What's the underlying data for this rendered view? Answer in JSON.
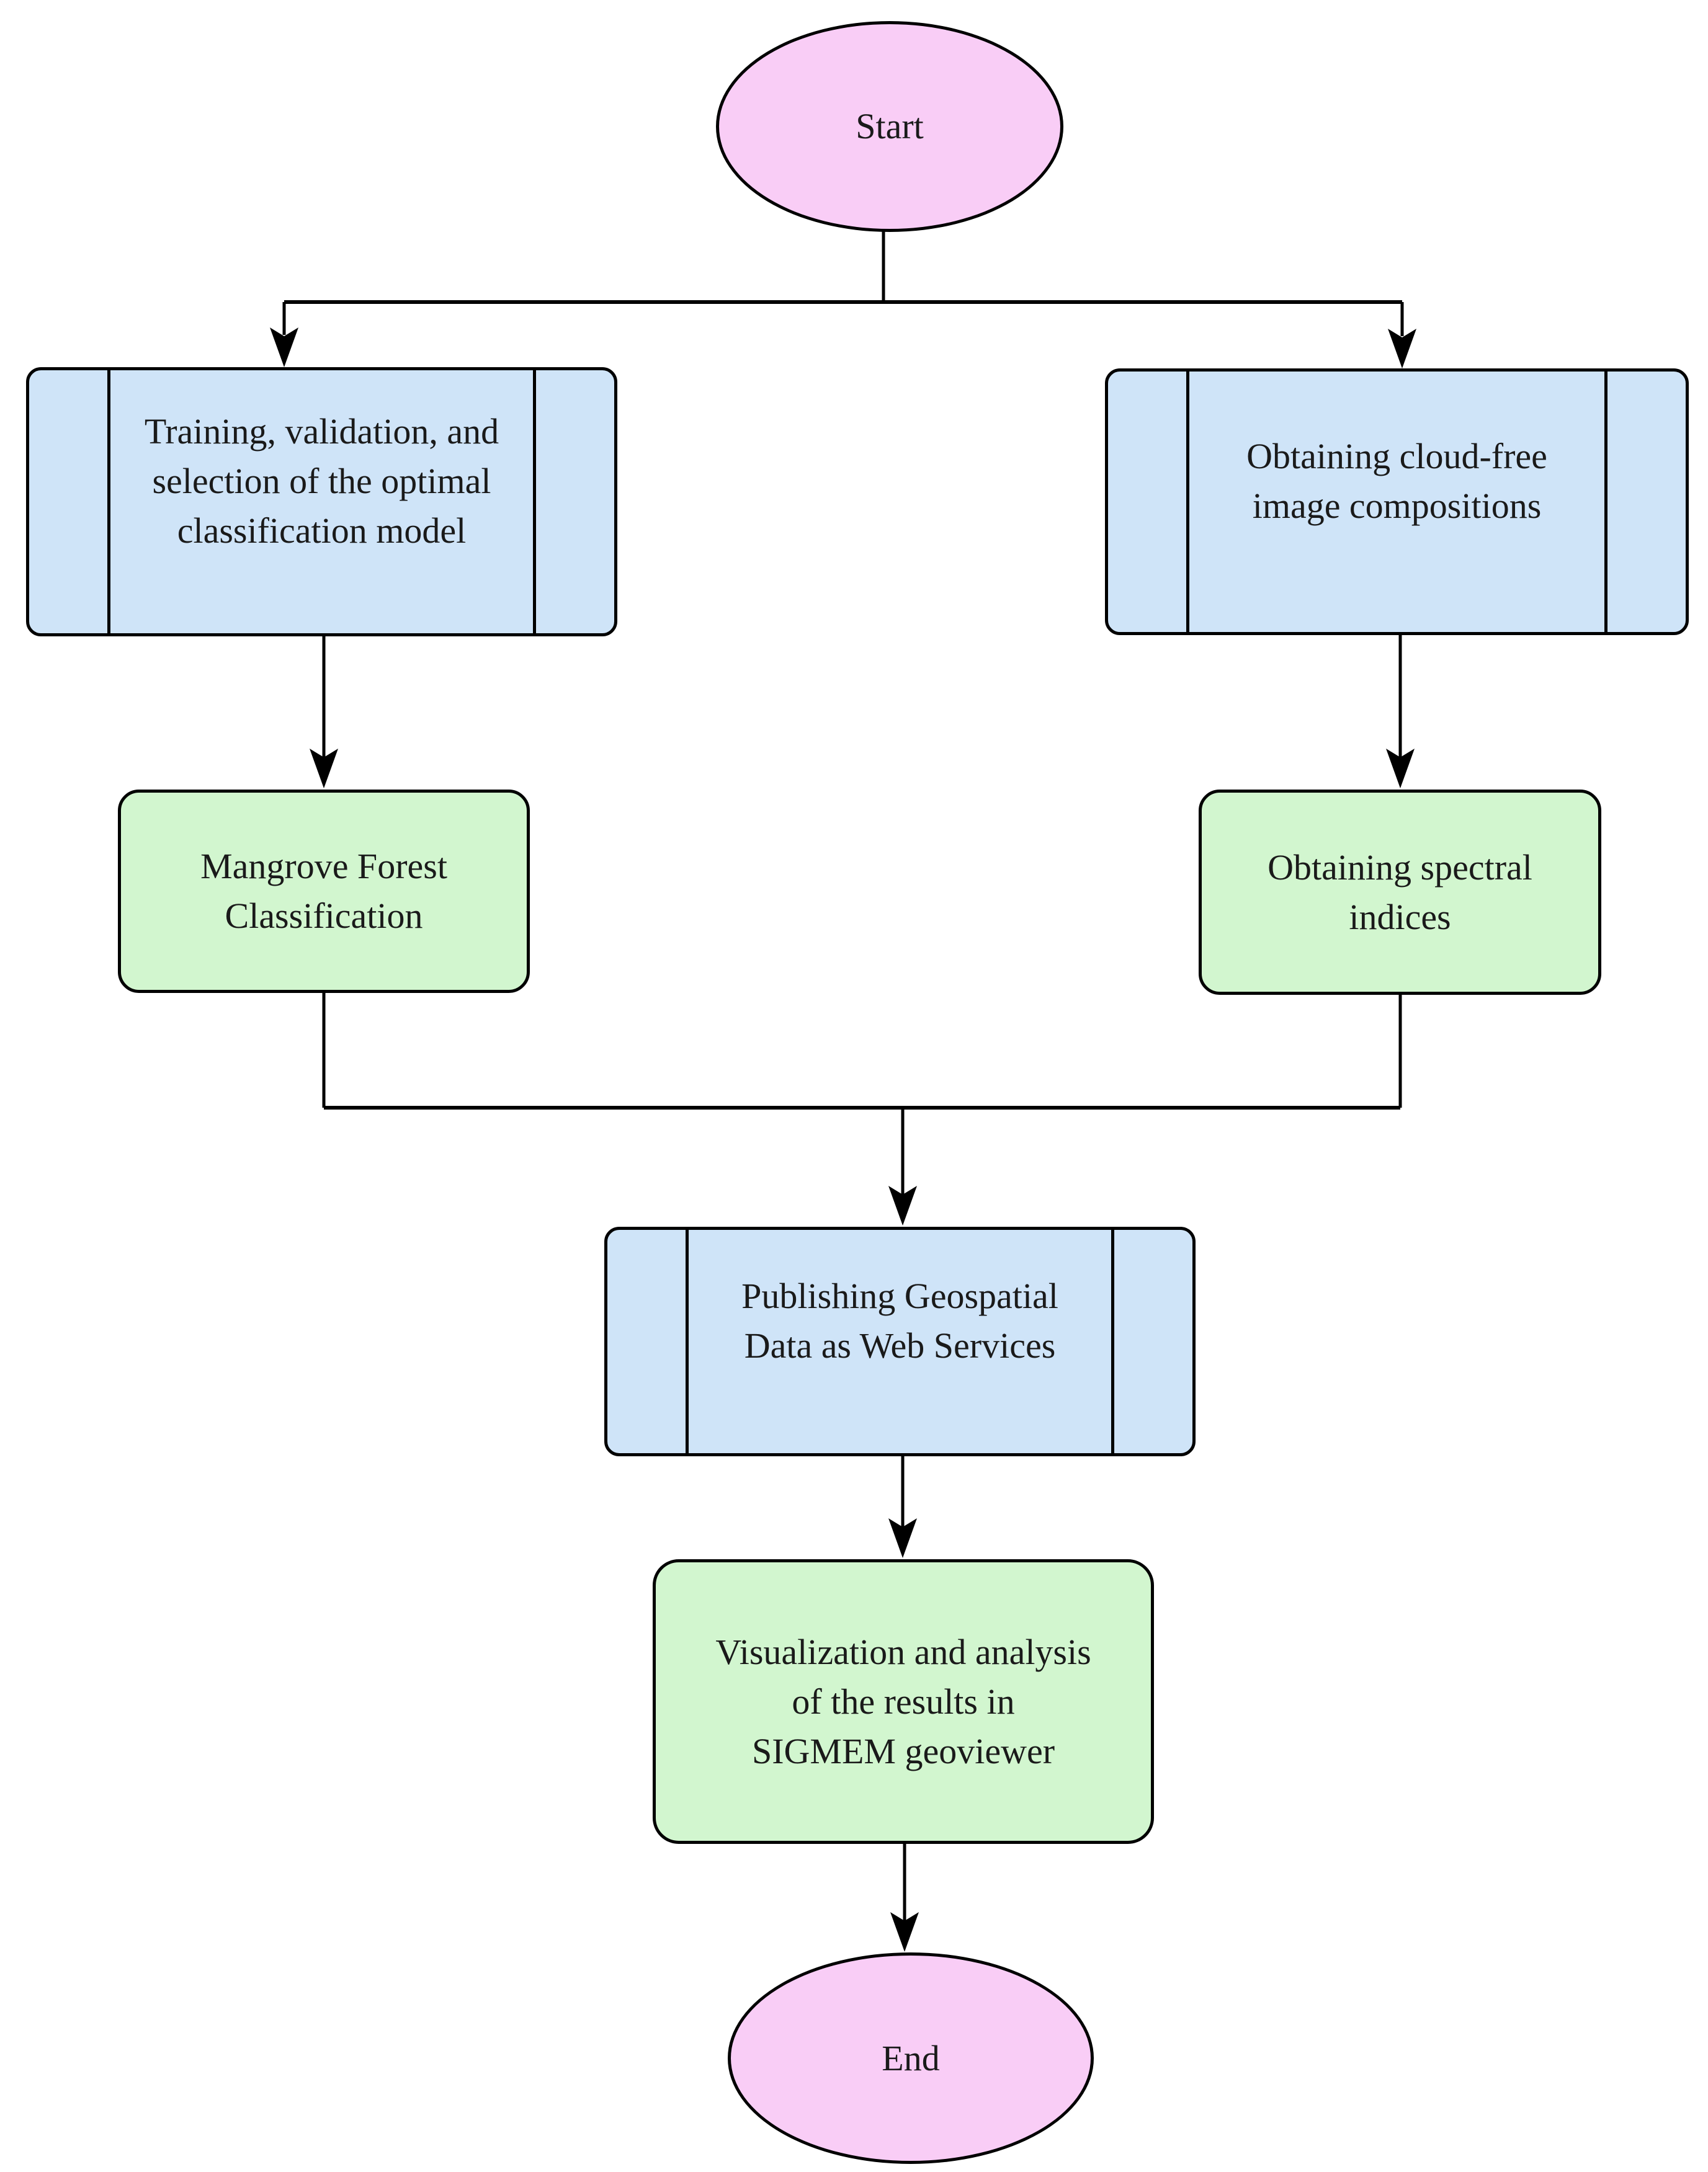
{
  "diagram_type": "flowchart",
  "nodes": {
    "start": {
      "label": "Start",
      "shape": "terminator"
    },
    "training": {
      "label": "Training, validation, and\nselection of the optimal\nclassification model",
      "shape": "subroutine"
    },
    "cloud_free": {
      "label": "Obtaining cloud-free\nimage compositions",
      "shape": "subroutine"
    },
    "mangrove": {
      "label": "Mangrove Forest\nClassification",
      "shape": "process"
    },
    "spectral": {
      "label": "Obtaining spectral\nindices",
      "shape": "process"
    },
    "publish": {
      "label": "Publishing Geospatial\nData as Web Services",
      "shape": "subroutine"
    },
    "visualize": {
      "label": "Visualization and analysis\nof the results in\nSIGMEM geoviewer",
      "shape": "process"
    },
    "end": {
      "label": "End",
      "shape": "terminator"
    }
  },
  "edges": [
    {
      "from": "start",
      "to": "training"
    },
    {
      "from": "start",
      "to": "cloud_free"
    },
    {
      "from": "training",
      "to": "mangrove"
    },
    {
      "from": "cloud_free",
      "to": "spectral"
    },
    {
      "from": "mangrove",
      "to": "publish"
    },
    {
      "from": "spectral",
      "to": "publish"
    },
    {
      "from": "publish",
      "to": "visualize"
    },
    {
      "from": "visualize",
      "to": "end"
    }
  ],
  "colors": {
    "terminator_fill": "#f9cdf6",
    "subroutine_fill": "#cfe4f8",
    "process_fill": "#d2f6cf",
    "stroke": "#000000",
    "text": "#1a1a1a",
    "background": "#ffffff"
  }
}
